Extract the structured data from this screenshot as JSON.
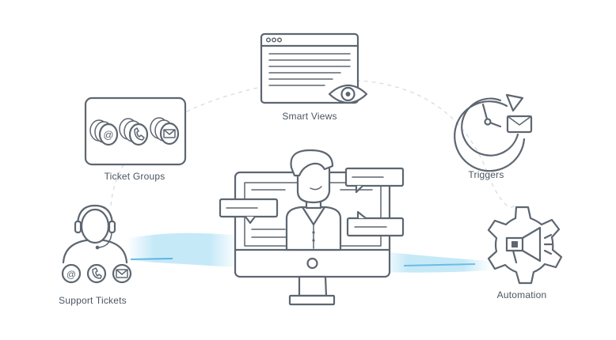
{
  "nodes": {
    "smart_views": "Smart Views",
    "ticket_groups": "Ticket Groups",
    "triggers": "Triggers",
    "support_tickets": "Support Tickets",
    "automation": "Automation"
  },
  "colors": {
    "ink": "#5d6670",
    "splash": "#5bc0eb",
    "label": "#4a5560"
  }
}
